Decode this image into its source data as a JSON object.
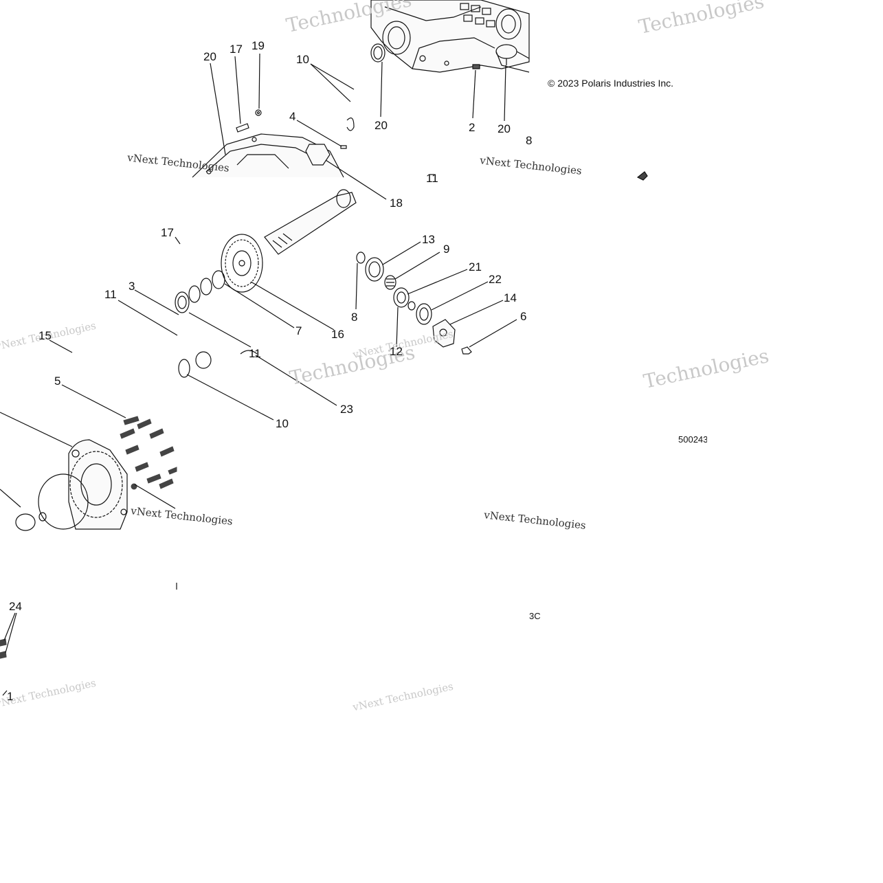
{
  "diagram": {
    "copyright": "© 2023 Polaris Industries Inc.",
    "drawing_code": "500243",
    "page_ref": "3C",
    "callouts": [
      {
        "id": "c1",
        "text": "20"
      },
      {
        "id": "c2",
        "text": "17"
      },
      {
        "id": "c3",
        "text": "19"
      },
      {
        "id": "c4",
        "text": "10"
      },
      {
        "id": "c5",
        "text": "4"
      },
      {
        "id": "c6",
        "text": "20"
      },
      {
        "id": "c7",
        "text": "2"
      },
      {
        "id": "c8",
        "text": "20"
      },
      {
        "id": "c9",
        "text": "8"
      },
      {
        "id": "c10",
        "text": "18"
      },
      {
        "id": "c11",
        "text": "17"
      },
      {
        "id": "c12",
        "text": "3"
      },
      {
        "id": "c13",
        "text": "11"
      },
      {
        "id": "c14",
        "text": "7"
      },
      {
        "id": "c15",
        "text": "16"
      },
      {
        "id": "c16",
        "text": "13"
      },
      {
        "id": "c17",
        "text": "9"
      },
      {
        "id": "c18",
        "text": "21"
      },
      {
        "id": "c19",
        "text": "22"
      },
      {
        "id": "c20",
        "text": "14"
      },
      {
        "id": "c21",
        "text": "6"
      },
      {
        "id": "c22",
        "text": "15"
      },
      {
        "id": "c23",
        "text": "11"
      },
      {
        "id": "c24",
        "text": "12"
      },
      {
        "id": "c25",
        "text": "23"
      },
      {
        "id": "c26",
        "text": "10"
      },
      {
        "id": "c27",
        "text": "5"
      },
      {
        "id": "c28",
        "text": "24"
      },
      {
        "id": "c29",
        "text": "1"
      },
      {
        "id": "c30",
        "text": "8"
      },
      {
        "id": "c31",
        "text": "11"
      }
    ],
    "watermarks": [
      {
        "id": "w1",
        "text": "Technologies"
      },
      {
        "id": "w2",
        "text": "Technologies"
      },
      {
        "id": "w3",
        "text": "vNext Technologies"
      },
      {
        "id": "w4",
        "text": "vNext Technologies"
      },
      {
        "id": "w5",
        "text": "vNext Technologies"
      },
      {
        "id": "w6",
        "text": "Technologies"
      },
      {
        "id": "w7",
        "text": "Technologies"
      },
      {
        "id": "w8",
        "text": "vNext Technologies"
      },
      {
        "id": "w9",
        "text": "vNext Technologies"
      },
      {
        "id": "w10",
        "text": "vNext Technologies"
      },
      {
        "id": "w11",
        "text": "vNext Technologies"
      },
      {
        "id": "w12",
        "text": "vNext Technologies"
      }
    ]
  }
}
